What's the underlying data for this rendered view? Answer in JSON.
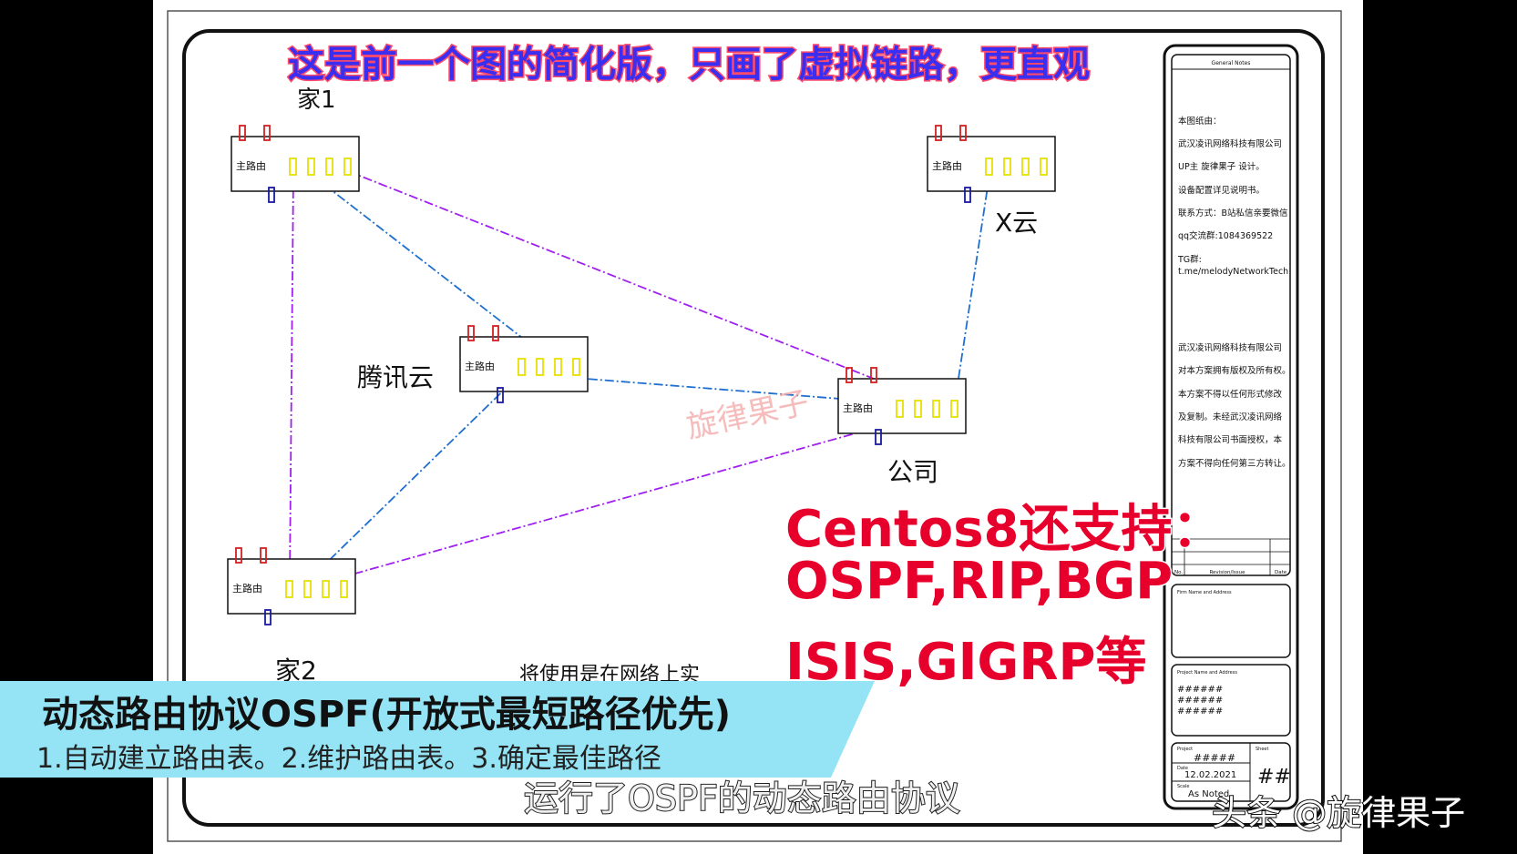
{
  "banner": {
    "title": "这是前一个图的简化版，只画了虚拟链路，更直观"
  },
  "nodes": {
    "home1": {
      "label": "家1",
      "router_label": "主路由"
    },
    "xcloud": {
      "label": "X云",
      "router_label": "主路由"
    },
    "tencent": {
      "label": "腾讯云",
      "router_label": "主路由"
    },
    "company": {
      "label": "公司",
      "router_label": "主路由"
    },
    "home2": {
      "label": "家2",
      "router_label": "主路由"
    }
  },
  "partial_text": "将使用是在网络上实",
  "diagram_watermark": "旋律果子",
  "sidebar": {
    "header": "General Notes",
    "notes": [
      "本图纸由：",
      "武汉凌讯网络科技有限公司",
      "UP主 旋律果子  设计。",
      "设备配置详见说明书。",
      "联系方式：B站私信亲要微信",
      "qq交流群:1084369522",
      "TG群:",
      "t.me/melodyNetworkTech"
    ],
    "rights": [
      "武汉凌讯网络科技有限公司",
      "对本方案拥有版权及所有权。",
      "本方案不得以任何形式修改",
      "及复制。未经武汉凌讯网络",
      "科技有限公司书面授权，本",
      "方案不得向任何第三方转让。"
    ],
    "revision_cols": [
      "No.",
      "Revision/Issue",
      "Date"
    ],
    "firm_label": "Firm Name and Address",
    "project_label": "Project Name and Address",
    "project_hash": "######",
    "project_cell_label": "Project",
    "project_value": "#####",
    "sheet_label": "Sheet",
    "sheet_value": "##",
    "date_label": "Date",
    "date_value": "12.02.2021",
    "scale_label": "Scale",
    "scale_value": "As Noted"
  },
  "overlay": {
    "line1": "Centos8还支持：",
    "line2": "OSPF,RIP,BGP",
    "line3": "ISIS,GIGRP等"
  },
  "caption": {
    "title": "动态路由协议OSPF(开放式最短路径优先)",
    "subtitle": "1.自动建立路由表。2.维护路由表。3.确定最佳路径"
  },
  "subtitle_text": "运行了OSPF的动态路由协议",
  "watermark": "头条 @旋律果子",
  "colors": {
    "purple_link": "#a020f0",
    "blue_link": "#1e6fd0",
    "port_yellow": "#e8e000",
    "port_red": "#d42020",
    "port_blue": "#1a1aa0",
    "banner_text": "#3a2ef0",
    "overlay_text": "#e8002c",
    "caption_bg": "#94e4f5"
  }
}
